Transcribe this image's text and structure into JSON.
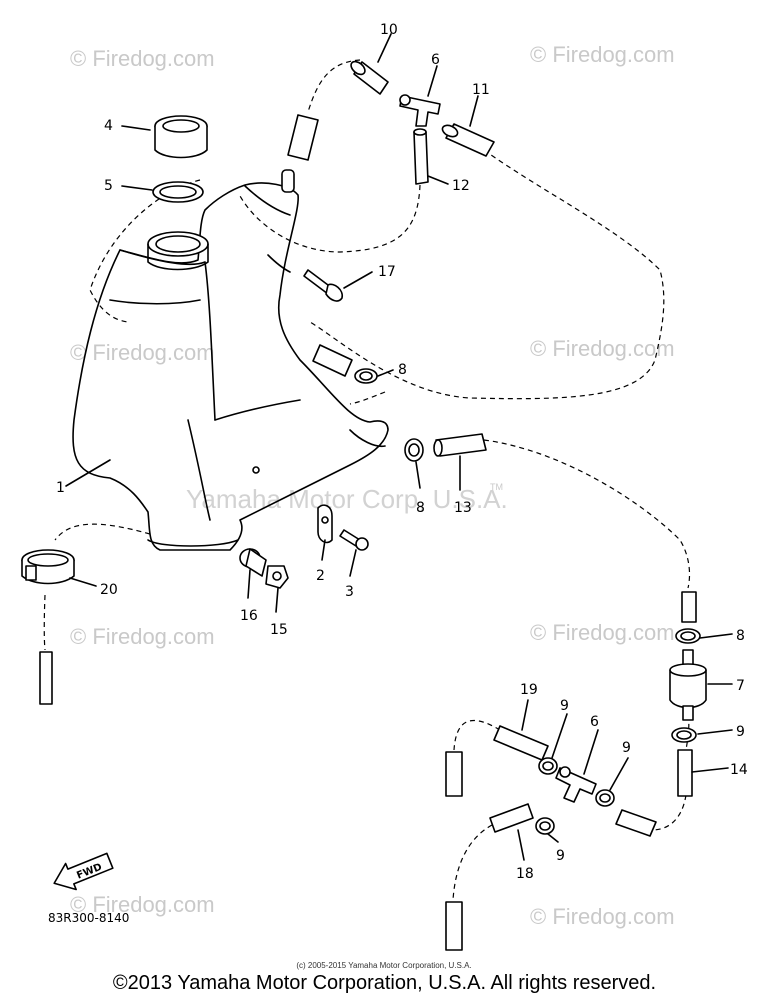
{
  "watermarks": {
    "firedog": "© Firedog.com",
    "corp": "Yamaha Motor Corp, U.S.A.",
    "tm": "TM"
  },
  "part_numbers": {
    "p1": "1",
    "p2": "2",
    "p3": "3",
    "p4": "4",
    "p5": "5",
    "p6a": "6",
    "p6b": "6",
    "p7": "7",
    "p8a": "8",
    "p8b": "8",
    "p8c": "8",
    "p9a": "9",
    "p9b": "9",
    "p9c": "9",
    "p9d": "9",
    "p10": "10",
    "p11": "11",
    "p12": "12",
    "p13": "13",
    "p14": "14",
    "p15": "15",
    "p16": "16",
    "p17": "17",
    "p18": "18",
    "p19": "19",
    "p20": "20"
  },
  "fwd_label": "FWD",
  "diagram_code": "83R300-8140",
  "small_copyright": "(c) 2005-2015 Yamaha Motor Corporation, U.S.A.",
  "footer_copyright": "©2013 Yamaha Motor Corporation, U.S.A. All rights reserved."
}
